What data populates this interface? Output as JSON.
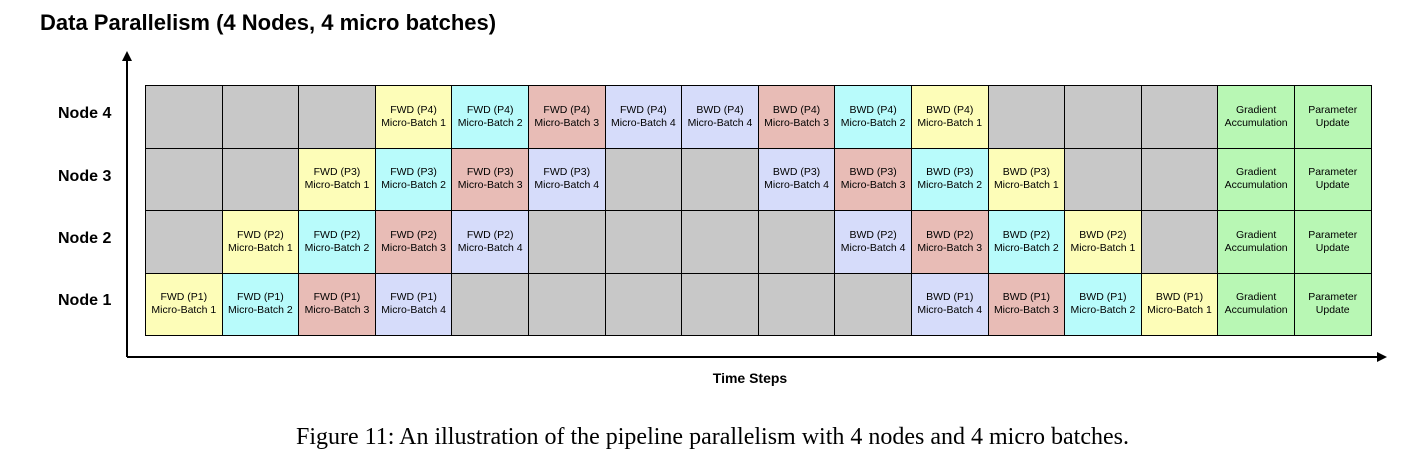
{
  "title": "Data Parallelism (4 Nodes, 4 micro batches)",
  "x_axis_label": "Time Steps",
  "caption": "Figure 11: An illustration of the pipeline parallelism with 4 nodes and 4 micro batches.",
  "colors": {
    "idle": "#c8c8c8",
    "mb1": "#fdfdb8",
    "mb2": "#b8fbfb",
    "mb3": "#e8bcb6",
    "mb4": "#d6dcfa",
    "final": "#b8f7b4"
  },
  "rows": [
    {
      "label": "Node 4",
      "cells": [
        {
          "l1": "",
          "l2": "",
          "c": "idle"
        },
        {
          "l1": "",
          "l2": "",
          "c": "idle"
        },
        {
          "l1": "",
          "l2": "",
          "c": "idle"
        },
        {
          "l1": "FWD (P4)",
          "l2": "Micro-Batch 1",
          "c": "mb1"
        },
        {
          "l1": "FWD (P4)",
          "l2": "Micro-Batch 2",
          "c": "mb2"
        },
        {
          "l1": "FWD (P4)",
          "l2": "Micro-Batch 3",
          "c": "mb3"
        },
        {
          "l1": "FWD (P4)",
          "l2": "Micro-Batch 4",
          "c": "mb4"
        },
        {
          "l1": "BWD (P4)",
          "l2": "Micro-Batch 4",
          "c": "mb4"
        },
        {
          "l1": "BWD (P4)",
          "l2": "Micro-Batch 3",
          "c": "mb3"
        },
        {
          "l1": "BWD (P4)",
          "l2": "Micro-Batch 2",
          "c": "mb2"
        },
        {
          "l1": "BWD (P4)",
          "l2": "Micro-Batch 1",
          "c": "mb1"
        },
        {
          "l1": "",
          "l2": "",
          "c": "idle"
        },
        {
          "l1": "",
          "l2": "",
          "c": "idle"
        },
        {
          "l1": "",
          "l2": "",
          "c": "idle"
        },
        {
          "l1": "Gradient",
          "l2": "Accumulation",
          "c": "final"
        },
        {
          "l1": "Parameter",
          "l2": "Update",
          "c": "final"
        }
      ]
    },
    {
      "label": "Node 3",
      "cells": [
        {
          "l1": "",
          "l2": "",
          "c": "idle"
        },
        {
          "l1": "",
          "l2": "",
          "c": "idle"
        },
        {
          "l1": "FWD (P3)",
          "l2": "Micro-Batch 1",
          "c": "mb1"
        },
        {
          "l1": "FWD (P3)",
          "l2": "Micro-Batch 2",
          "c": "mb2"
        },
        {
          "l1": "FWD (P3)",
          "l2": "Micro-Batch 3",
          "c": "mb3"
        },
        {
          "l1": "FWD (P3)",
          "l2": "Micro-Batch 4",
          "c": "mb4"
        },
        {
          "l1": "",
          "l2": "",
          "c": "idle"
        },
        {
          "l1": "",
          "l2": "",
          "c": "idle"
        },
        {
          "l1": "BWD (P3)",
          "l2": "Micro-Batch 4",
          "c": "mb4"
        },
        {
          "l1": "BWD (P3)",
          "l2": "Micro-Batch 3",
          "c": "mb3"
        },
        {
          "l1": "BWD (P3)",
          "l2": "Micro-Batch 2",
          "c": "mb2"
        },
        {
          "l1": "BWD (P3)",
          "l2": "Micro-Batch 1",
          "c": "mb1"
        },
        {
          "l1": "",
          "l2": "",
          "c": "idle"
        },
        {
          "l1": "",
          "l2": "",
          "c": "idle"
        },
        {
          "l1": "Gradient",
          "l2": "Accumulation",
          "c": "final"
        },
        {
          "l1": "Parameter",
          "l2": "Update",
          "c": "final"
        }
      ]
    },
    {
      "label": "Node 2",
      "cells": [
        {
          "l1": "",
          "l2": "",
          "c": "idle"
        },
        {
          "l1": "FWD (P2)",
          "l2": "Micro-Batch 1",
          "c": "mb1"
        },
        {
          "l1": "FWD (P2)",
          "l2": "Micro-Batch 2",
          "c": "mb2"
        },
        {
          "l1": "FWD (P2)",
          "l2": "Micro-Batch 3",
          "c": "mb3"
        },
        {
          "l1": "FWD (P2)",
          "l2": "Micro-Batch 4",
          "c": "mb4"
        },
        {
          "l1": "",
          "l2": "",
          "c": "idle"
        },
        {
          "l1": "",
          "l2": "",
          "c": "idle"
        },
        {
          "l1": "",
          "l2": "",
          "c": "idle"
        },
        {
          "l1": "",
          "l2": "",
          "c": "idle"
        },
        {
          "l1": "BWD (P2)",
          "l2": "Micro-Batch 4",
          "c": "mb4"
        },
        {
          "l1": "BWD (P2)",
          "l2": "Micro-Batch 3",
          "c": "mb3"
        },
        {
          "l1": "BWD (P2)",
          "l2": "Micro-Batch 2",
          "c": "mb2"
        },
        {
          "l1": "BWD (P2)",
          "l2": "Micro-Batch 1",
          "c": "mb1"
        },
        {
          "l1": "",
          "l2": "",
          "c": "idle"
        },
        {
          "l1": "Gradient",
          "l2": "Accumulation",
          "c": "final"
        },
        {
          "l1": "Parameter",
          "l2": "Update",
          "c": "final"
        }
      ]
    },
    {
      "label": "Node 1",
      "cells": [
        {
          "l1": "FWD (P1)",
          "l2": "Micro-Batch 1",
          "c": "mb1"
        },
        {
          "l1": "FWD (P1)",
          "l2": "Micro-Batch 2",
          "c": "mb2"
        },
        {
          "l1": "FWD (P1)",
          "l2": "Micro-Batch 3",
          "c": "mb3"
        },
        {
          "l1": "FWD (P1)",
          "l2": "Micro-Batch 4",
          "c": "mb4"
        },
        {
          "l1": "",
          "l2": "",
          "c": "idle"
        },
        {
          "l1": "",
          "l2": "",
          "c": "idle"
        },
        {
          "l1": "",
          "l2": "",
          "c": "idle"
        },
        {
          "l1": "",
          "l2": "",
          "c": "idle"
        },
        {
          "l1": "",
          "l2": "",
          "c": "idle"
        },
        {
          "l1": "",
          "l2": "",
          "c": "idle"
        },
        {
          "l1": "BWD (P1)",
          "l2": "Micro-Batch 4",
          "c": "mb4"
        },
        {
          "l1": "BWD (P1)",
          "l2": "Micro-Batch 3",
          "c": "mb3"
        },
        {
          "l1": "BWD (P1)",
          "l2": "Micro-Batch 2",
          "c": "mb2"
        },
        {
          "l1": "BWD (P1)",
          "l2": "Micro-Batch 1",
          "c": "mb1"
        },
        {
          "l1": "Gradient",
          "l2": "Accumulation",
          "c": "final"
        },
        {
          "l1": "Parameter",
          "l2": "Update",
          "c": "final"
        }
      ]
    }
  ]
}
